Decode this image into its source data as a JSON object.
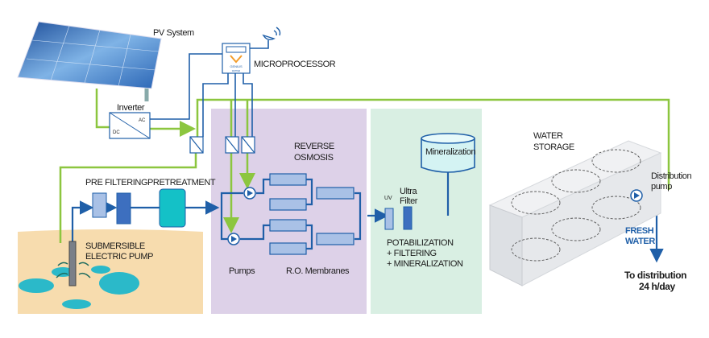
{
  "labels": {
    "pv_system": "PV System",
    "microprocessor": "MICROPROCESSOR",
    "genius": "GENIUS",
    "watter": "WATTER",
    "inverter": "Inverter",
    "dc": "DC",
    "ac": "AC",
    "reverse_osmosis_1": "REVERSE",
    "reverse_osmosis_2": "OSMOSIS",
    "pre_filtering": "PRE FILTERING",
    "pretreatment": "PRETREATMENT",
    "submersible_1": "SUBMERSIBLE",
    "submersible_2": "ELECTRIC PUMP",
    "pumps": "Pumps",
    "ro_membranes": "R.O. Membranes",
    "uv": "UV",
    "ultra_1": "Ultra",
    "ultra_2": "Filter",
    "mineralization": "Mineralization",
    "potab_1": "POTABILIZATION",
    "potab_2": "+ FILTERING",
    "potab_3": "+ MINERALIZATION",
    "storage_1": "WATER",
    "storage_2": "STORAGE",
    "dist_pump_1": "Distribution",
    "dist_pump_2": "pump",
    "fresh_1": "FRESH",
    "fresh_2": "WATER",
    "to_dist_1": "To distribution",
    "to_dist_2": "24 h/day"
  },
  "colors": {
    "power_line": "#8cc63f",
    "water_line": "#1f5fa8",
    "reverse_osmosis_zone": "#ddd1e8",
    "potabilization_zone": "#d9efe3",
    "ground": "#f7dcae",
    "water": "#2bb9c9",
    "fresh_water_text": "#1f5fa8"
  }
}
